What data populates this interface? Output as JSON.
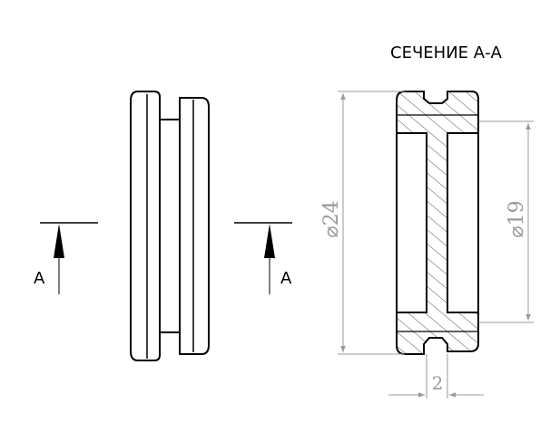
{
  "section_title": "СЕЧЕНИЕ А-А",
  "section_marks": {
    "left": "A",
    "right": "A"
  },
  "dimensions": {
    "outer_diameter": "⌀24",
    "inner_diameter": "⌀19",
    "groove_width": "2"
  },
  "colors": {
    "line": "#000000",
    "dimension": "#9a9a9a",
    "background": "#ffffff"
  }
}
